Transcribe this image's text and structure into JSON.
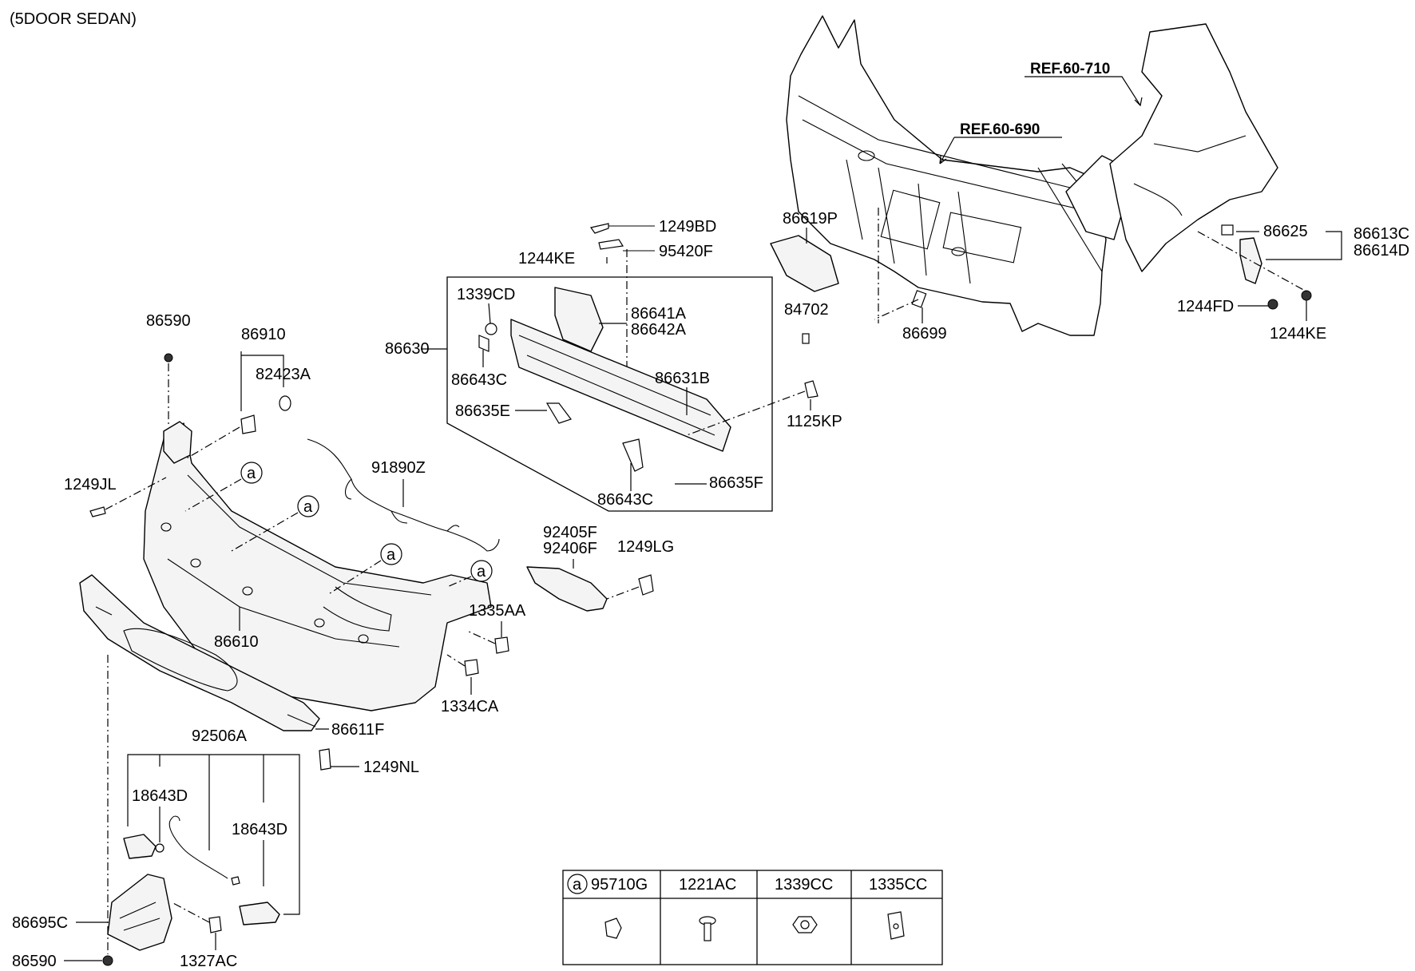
{
  "header": {
    "title": "(5DOOR SEDAN)"
  },
  "refs": {
    "ref1": "REF.60-710",
    "ref2": "REF.60-690"
  },
  "labels": {
    "p1249BD": "1249BD",
    "p95420F": "95420F",
    "p1244KE_top": "1244KE",
    "p86619P": "86619P",
    "p84702": "84702",
    "p86699": "86699",
    "p86625": "86625",
    "p86613C": "86613C",
    "p86614D": "86614D",
    "p1244FD": "1244FD",
    "p1244KE_right": "1244KE",
    "p1339CD": "1339CD",
    "p86641A": "86641A",
    "p86642A": "86642A",
    "p86630": "86630",
    "p86643C_top": "86643C",
    "p86631B": "86631B",
    "p86635E": "86635E",
    "p1125KP": "1125KP",
    "p86643C_bot": "86643C",
    "p86635F": "86635F",
    "p86590_top": "86590",
    "p86910": "86910",
    "p82423A": "82423A",
    "p1249JL": "1249JL",
    "p91890Z": "91890Z",
    "p92405F": "92405F",
    "p92406F": "92406F",
    "p1249LG": "1249LG",
    "p1335AA": "1335AA",
    "p86610": "86610",
    "p1334CA": "1334CA",
    "p86611F": "86611F",
    "p92506A": "92506A",
    "p1249NL": "1249NL",
    "p18643D_left": "18643D",
    "p18643D_right": "18643D",
    "p86695C": "86695C",
    "p86590_bot": "86590",
    "p1327AC": "1327AC",
    "callout_a": "a"
  },
  "legend": {
    "marker": "a",
    "columns": [
      "95710G",
      "1221AC",
      "1339CC",
      "1335CC"
    ]
  }
}
